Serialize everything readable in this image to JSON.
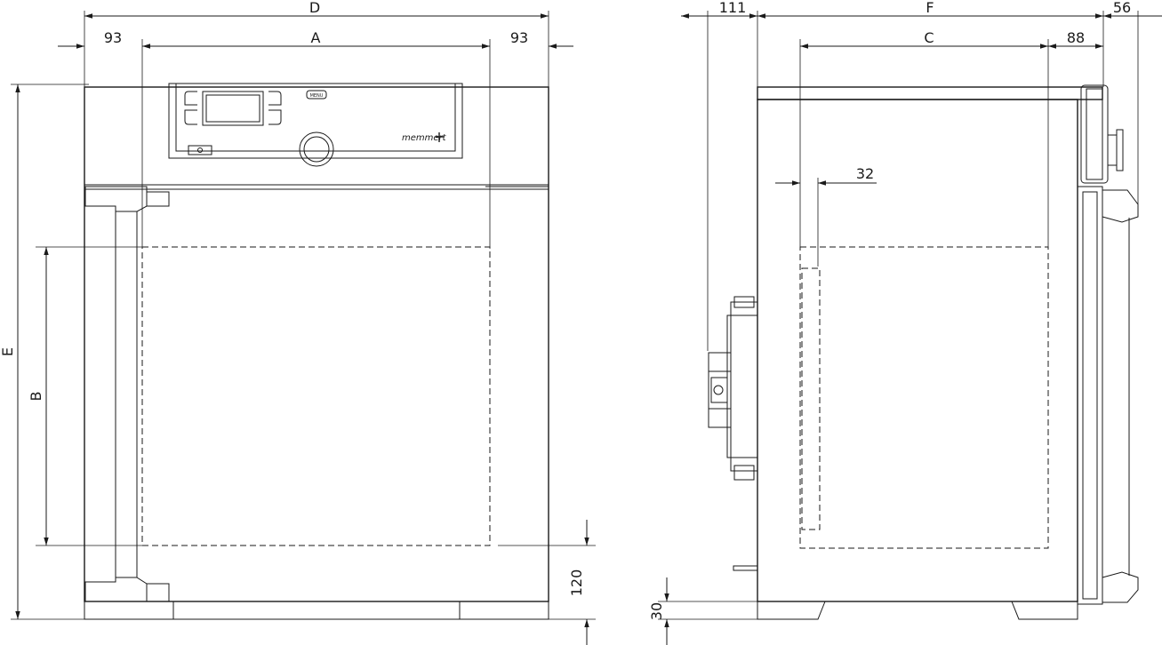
{
  "front_view": {
    "dims": {
      "overall_width": "D",
      "left_offset": "93",
      "inner_width": "A",
      "right_offset": "93",
      "overall_height": "E",
      "inner_height": "B",
      "bottom_offset": "120"
    },
    "panel": {
      "menu_label": "MENU",
      "brand": "memmert"
    }
  },
  "side_view": {
    "dims": {
      "rear_offset": "111",
      "overall_depth": "F",
      "front_offset": "56",
      "inner_depth": "C",
      "door_offset": "88",
      "wall_offset": "32",
      "foot_height": "30"
    }
  }
}
